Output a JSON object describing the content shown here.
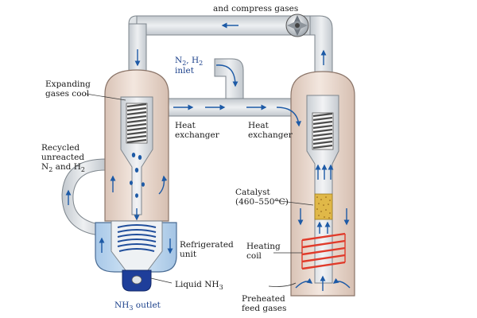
{
  "labels": {
    "compress": "and compress gases",
    "inlet_line1_pre": "N",
    "inlet_line1_sub1": "2",
    "inlet_line1_mid": ", H",
    "inlet_line1_sub2": "2",
    "inlet_line2": "inlet",
    "expanding_line1": "Expanding",
    "expanding_line2": "gases cool",
    "heat_exchanger_left_line1": "Heat",
    "heat_exchanger_left_line2": "exchanger",
    "heat_exchanger_right_line1": "Heat",
    "heat_exchanger_right_line2": "exchanger",
    "recycled_line1": "Recycled",
    "recycled_line2": "unreacted",
    "recycled_line3_a": "N",
    "recycled_line3_sub1": "2",
    "recycled_line3_b": " and H",
    "recycled_line3_sub2": "2",
    "catalyst_line1": "Catalyst",
    "catalyst_line2": "(460–550°C)",
    "refrigerated_line1": "Refrigerated",
    "refrigerated_line2": "unit",
    "heating_line1": "Heating",
    "heating_line2": "coil",
    "liquid_pre": "Liquid NH",
    "liquid_sub": "3",
    "outlet_pre": "NH",
    "outlet_sub": "3",
    "outlet_post": " outlet",
    "preheated_line1": "Preheated",
    "preheated_line2": "feed gases"
  },
  "colors": {
    "vessel_fill": "#ead8cc",
    "vessel_stroke": "#8a7468",
    "pipe_fill": "#d9dde1",
    "pipe_stroke": "#7d858c",
    "arrow": "#1d5aa6",
    "refrigerator_fill": "#bcd7f0",
    "catalyst": "#e0b848",
    "heating_coil": "#e03a2a",
    "liquid": "#1e3e9a",
    "exchanger_coil": "#4c4c4c"
  }
}
